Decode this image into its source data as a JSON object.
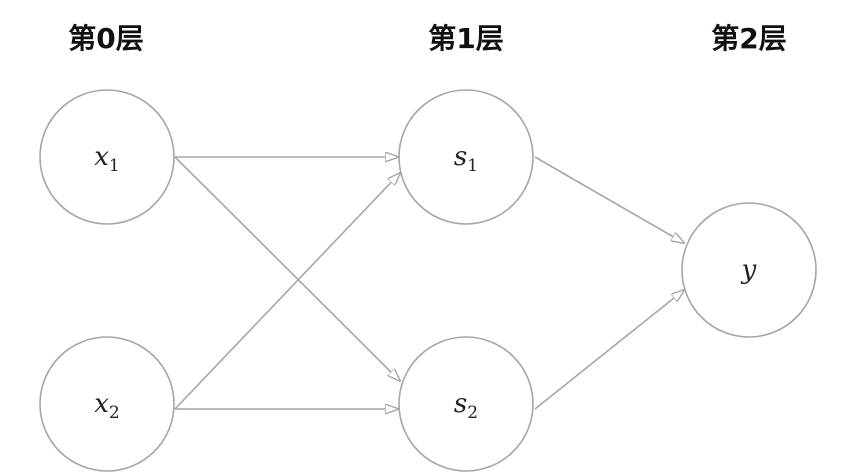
{
  "layers": [
    {
      "title": "第0层"
    },
    {
      "title": "第1层"
    },
    {
      "title": "第2层"
    }
  ],
  "nodes": {
    "x1": {
      "var": "x",
      "sub": "1"
    },
    "x2": {
      "var": "x",
      "sub": "2"
    },
    "s1": {
      "var": "s",
      "sub": "1"
    },
    "s2": {
      "var": "s",
      "sub": "2"
    },
    "y": {
      "var": "y",
      "sub": ""
    }
  },
  "edges": [
    {
      "from": "x1",
      "to": "s1"
    },
    {
      "from": "x1",
      "to": "s2"
    },
    {
      "from": "x2",
      "to": "s1"
    },
    {
      "from": "x2",
      "to": "s2"
    },
    {
      "from": "s1",
      "to": "y"
    },
    {
      "from": "s2",
      "to": "y"
    }
  ],
  "colors": {
    "stroke": "#a6a6a6",
    "text": "#111111"
  }
}
